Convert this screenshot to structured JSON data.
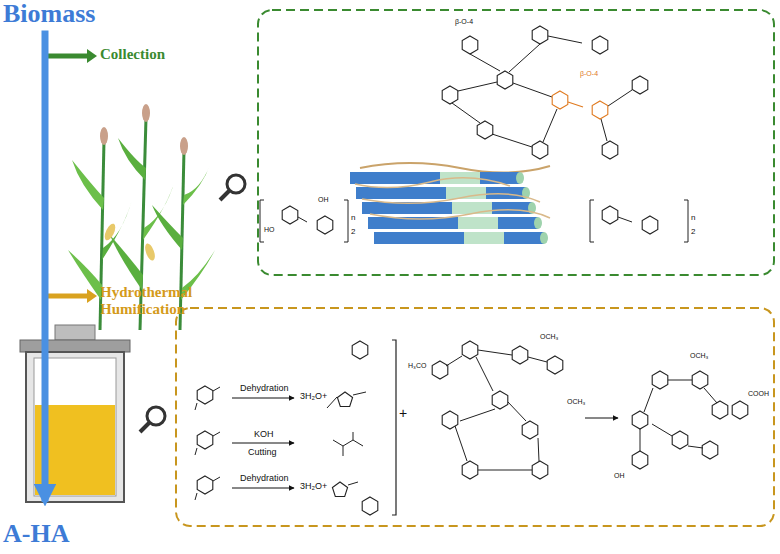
{
  "diagram": {
    "nodes": [
      {
        "text": [
          "Biomass"
        ]
      },
      {
        "text": [
          "A-HA"
        ]
      }
    ],
    "edges": [
      {
        "from": 0,
        "to": 1,
        "arrow": "to"
      }
    ],
    "labels": [
      "Collection",
      "Hydrothermal Humification",
      "Dehydration",
      "3H₂O+",
      "KOH",
      "Cutting",
      "Dehydration",
      "3H₂O+",
      "β-O-4",
      "β-O-4",
      "OCH₃",
      "OCH₃",
      "H₃CO",
      "OCH₃",
      "COOH",
      "OH",
      "n",
      "2",
      "n",
      "2",
      "HO",
      "OH",
      "+"
    ]
  }
}
